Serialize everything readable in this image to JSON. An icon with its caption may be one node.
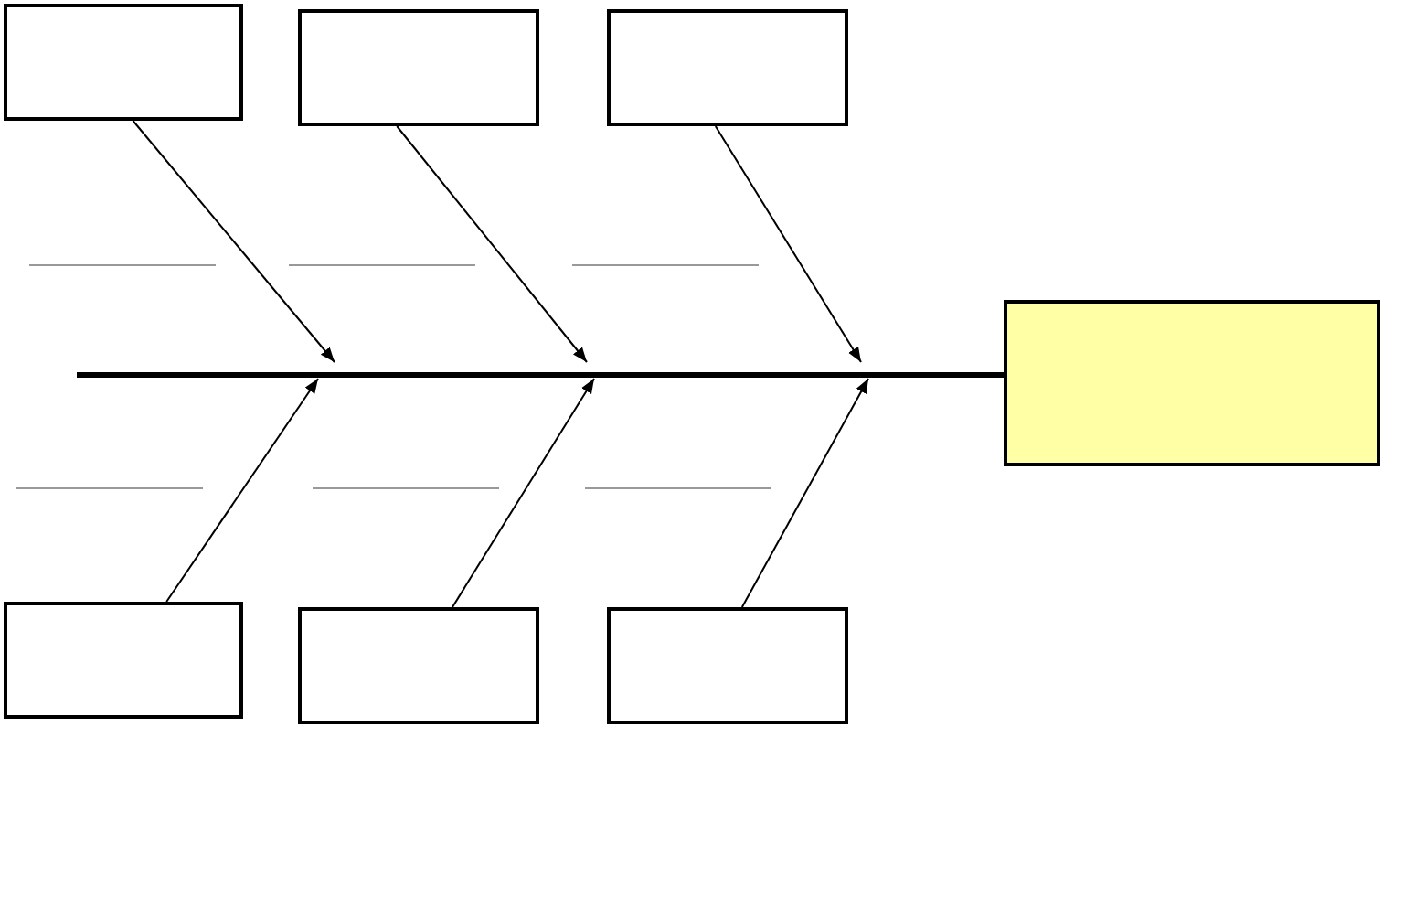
{
  "diagram": {
    "nodes": [
      {
        "text": [],
        "shape": "box"
      },
      {
        "text": [],
        "shape": "box"
      },
      {
        "text": [],
        "shape": "box"
      },
      {
        "text": [],
        "shape": "box"
      },
      {
        "text": [],
        "shape": "box"
      },
      {
        "text": [],
        "shape": "box"
      },
      {
        "text": [],
        "shape": "box"
      }
    ],
    "edges": [
      {
        "from": null,
        "to": 6,
        "arrow": "none",
        "style": "thick"
      },
      {
        "from": 0,
        "to": null,
        "arrow": "to"
      },
      {
        "from": 1,
        "to": null,
        "arrow": "to"
      },
      {
        "from": 2,
        "to": null,
        "arrow": "to"
      },
      {
        "from": 3,
        "to": null,
        "arrow": "to"
      },
      {
        "from": 4,
        "to": null,
        "arrow": "to"
      },
      {
        "from": 5,
        "to": null,
        "arrow": "to"
      }
    ]
  }
}
